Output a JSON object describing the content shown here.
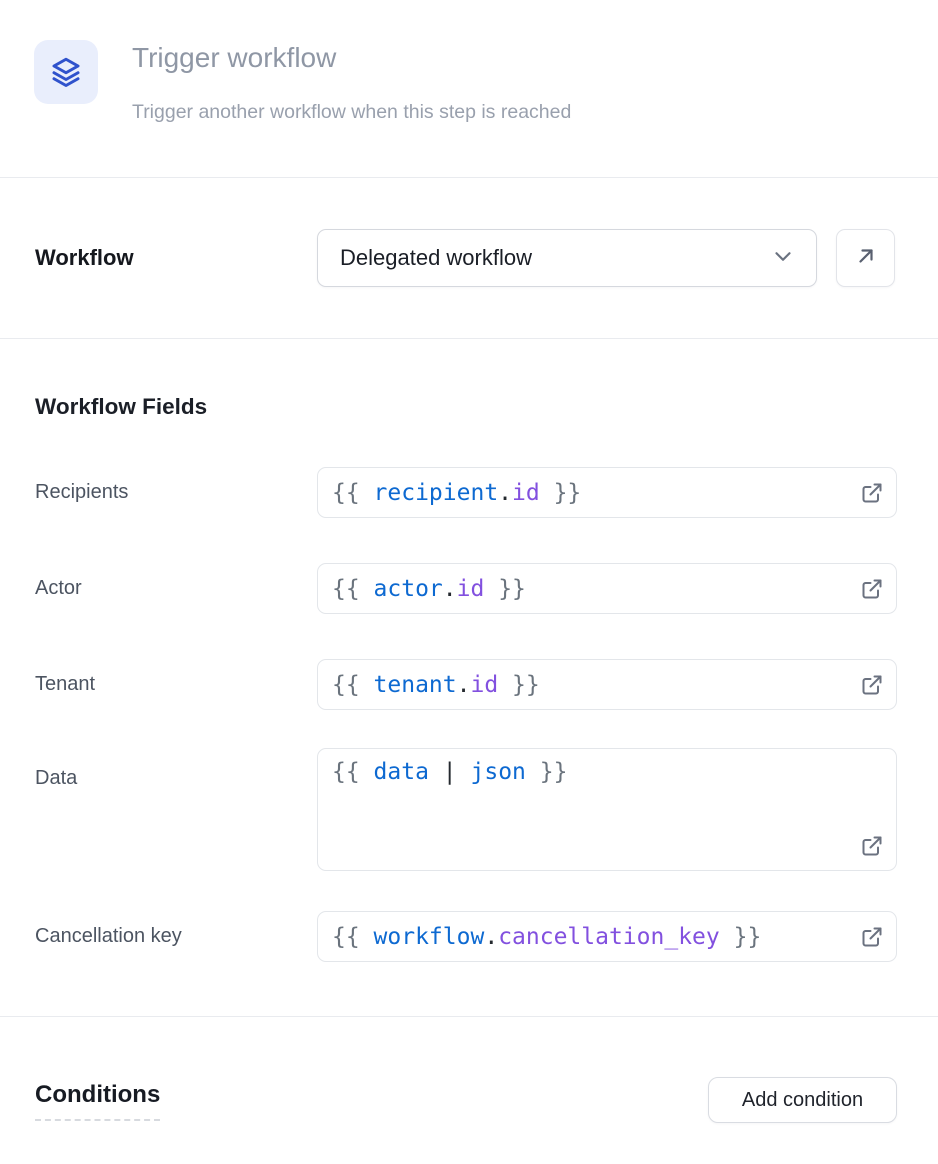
{
  "colors": {
    "accent-blue": "#2f52cc",
    "icon-bg": "#e9eefc",
    "token-brace": "#6a737d",
    "token-var": "#0d69d1",
    "token-punct": "#24292f",
    "token-prop": "#8250df"
  },
  "header": {
    "icon": "layers-icon",
    "title": "Trigger workflow",
    "subtitle": "Trigger another workflow when this step is reached"
  },
  "workflow": {
    "label": "Workflow",
    "selected": "Delegated workflow",
    "open_button_icon": "arrow-up-right-icon"
  },
  "fields_section": {
    "heading": "Workflow Fields",
    "fields": [
      {
        "label": "Recipients",
        "template": "{{ recipient.id }}",
        "tokens": [
          {
            "t": "{{ ",
            "c": "brace"
          },
          {
            "t": "recipient",
            "c": "var"
          },
          {
            "t": ".",
            "c": "punct"
          },
          {
            "t": "id",
            "c": "prop"
          },
          {
            "t": " }}",
            "c": "brace"
          }
        ]
      },
      {
        "label": "Actor",
        "template": "{{ actor.id }}",
        "tokens": [
          {
            "t": "{{ ",
            "c": "brace"
          },
          {
            "t": "actor",
            "c": "var"
          },
          {
            "t": ".",
            "c": "punct"
          },
          {
            "t": "id",
            "c": "prop"
          },
          {
            "t": " }}",
            "c": "brace"
          }
        ]
      },
      {
        "label": "Tenant",
        "template": "{{ tenant.id }}",
        "tokens": [
          {
            "t": "{{ ",
            "c": "brace"
          },
          {
            "t": "tenant",
            "c": "var"
          },
          {
            "t": ".",
            "c": "punct"
          },
          {
            "t": "id",
            "c": "prop"
          },
          {
            "t": " }}",
            "c": "brace"
          }
        ]
      },
      {
        "label": "Data",
        "template": "{{ data | json }}",
        "tokens": [
          {
            "t": "{{ ",
            "c": "brace"
          },
          {
            "t": "data",
            "c": "var"
          },
          {
            "t": " ",
            "c": "punct"
          },
          {
            "t": "|",
            "c": "punct"
          },
          {
            "t": " ",
            "c": "punct"
          },
          {
            "t": "json",
            "c": "var"
          },
          {
            "t": " }}",
            "c": "brace"
          }
        ]
      },
      {
        "label": "Cancellation key",
        "template": "{{ workflow.cancellation_key }}",
        "tokens": [
          {
            "t": "{{ ",
            "c": "brace"
          },
          {
            "t": "workflow",
            "c": "var"
          },
          {
            "t": ".",
            "c": "punct"
          },
          {
            "t": "cancellation_key",
            "c": "prop"
          },
          {
            "t": " }}",
            "c": "brace"
          }
        ]
      }
    ]
  },
  "conditions": {
    "heading": "Conditions",
    "add_button": "Add condition"
  }
}
